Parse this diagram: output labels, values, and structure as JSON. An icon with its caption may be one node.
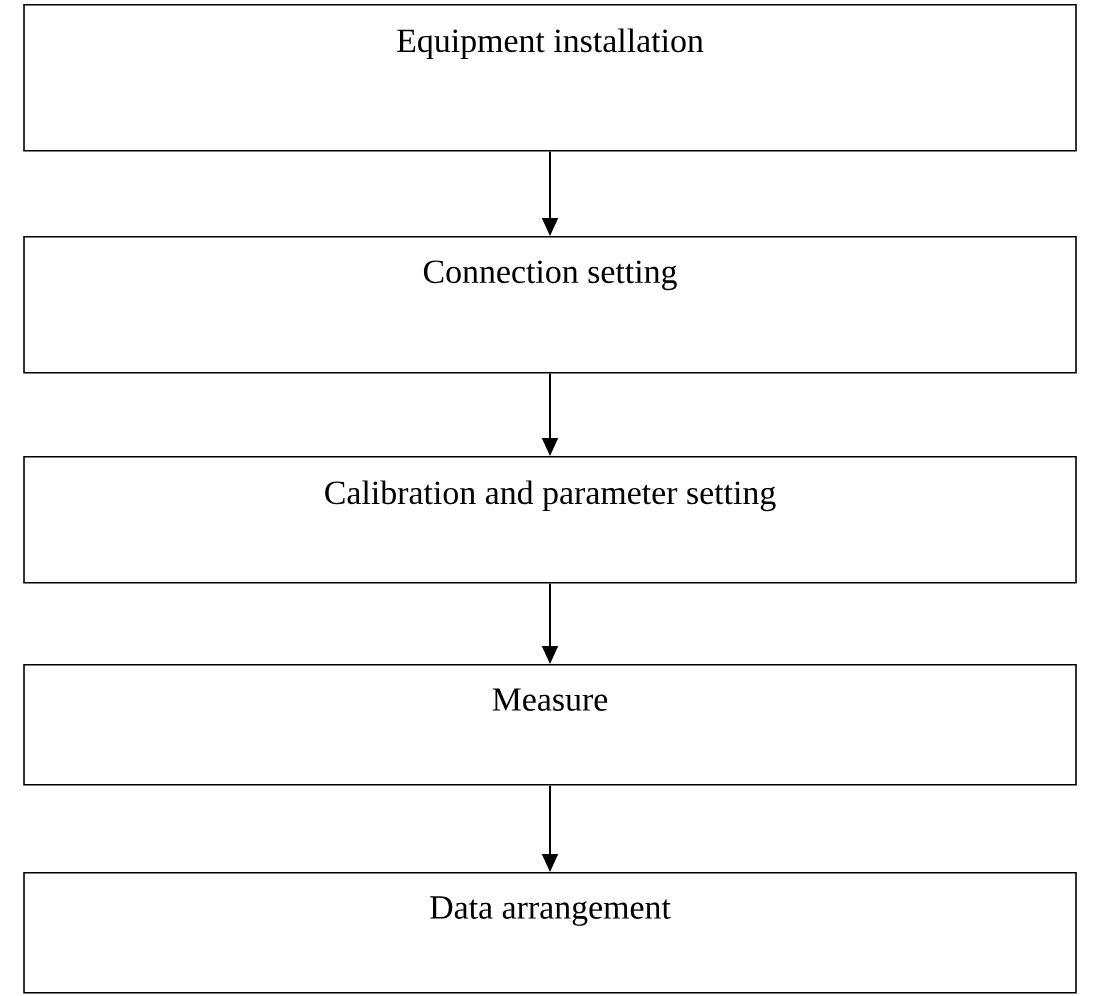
{
  "diagram": {
    "nodes": [
      {
        "text": [
          "Equipment installation"
        ]
      },
      {
        "text": [
          "Connection setting"
        ]
      },
      {
        "text": [
          "Calibration and parameter setting"
        ]
      },
      {
        "text": [
          "Measure"
        ]
      },
      {
        "text": [
          "Data arrangement"
        ]
      }
    ],
    "edges": [
      {
        "from": 0,
        "to": 1,
        "arrow": "to"
      },
      {
        "from": 1,
        "to": 2,
        "arrow": "to"
      },
      {
        "from": 2,
        "to": 3,
        "arrow": "to"
      },
      {
        "from": 3,
        "to": 4,
        "arrow": "to"
      }
    ]
  }
}
